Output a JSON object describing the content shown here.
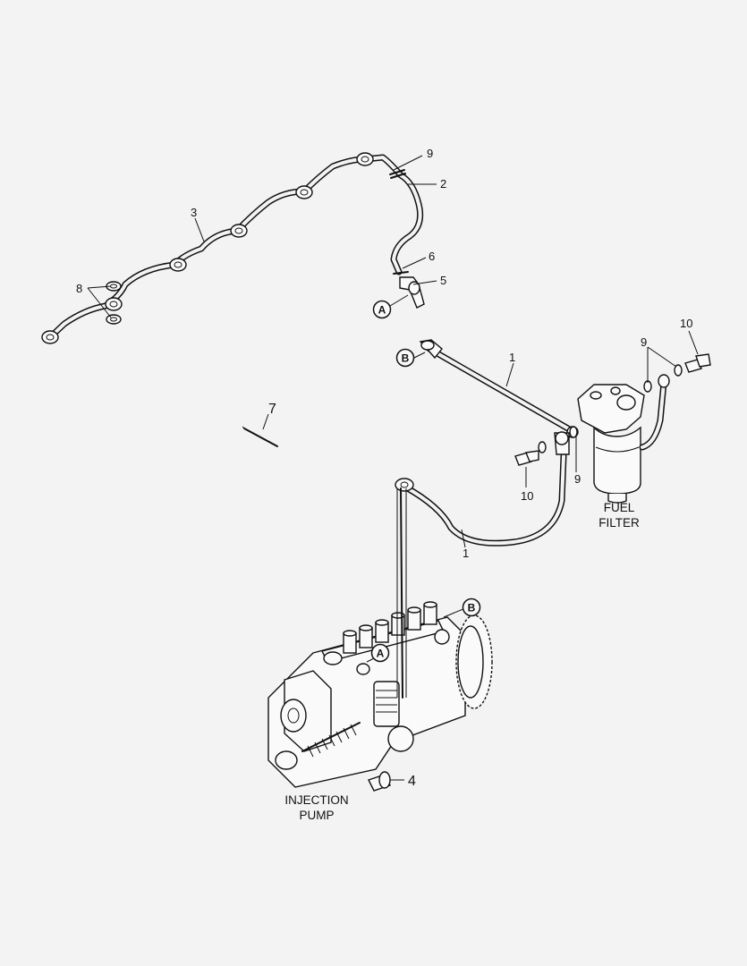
{
  "part_numbers": {
    "n1_upper": "1",
    "n1_lower": "1",
    "n2": "2",
    "n3": "3",
    "n4": "4",
    "n5": "5",
    "n6": "6",
    "n7": "7",
    "n8": "8",
    "n9_top": "9",
    "n9_right": "9",
    "n9_middle": "9",
    "n10_right": "10",
    "n10_left": "10"
  },
  "callouts": {
    "a_top": "A",
    "b_top": "B",
    "a_pump": "A",
    "b_pump": "B"
  },
  "labels": {
    "fuel_filter_line1": "FUEL",
    "fuel_filter_line2": "FILTER",
    "injection_pump_line1": "INJECTION",
    "injection_pump_line2": "PUMP"
  }
}
